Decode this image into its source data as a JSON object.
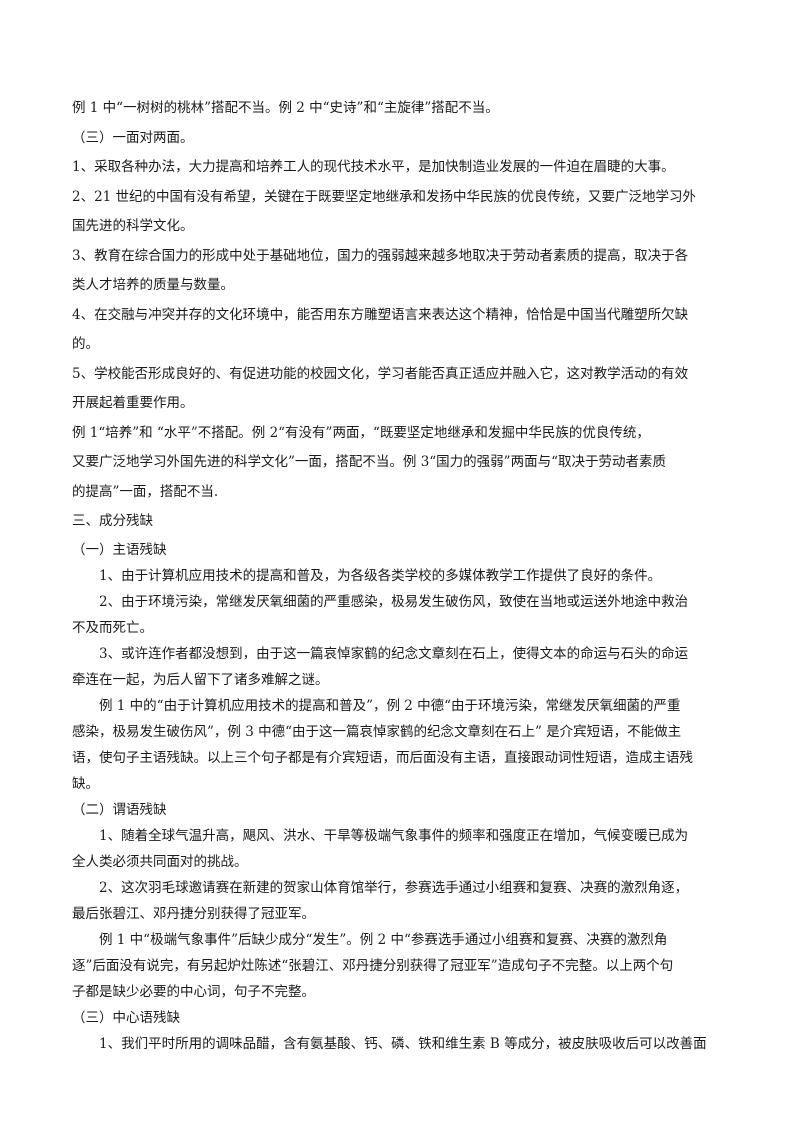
{
  "section_a": [
    "例 1 中“一树树的桃林”搭配不当。例 2 中“史诗”和“主旋律”搭配不当。",
    "（三）一面对两面。",
    "1、采取各种办法，大力提高和培养工人的现代技术水平，是加快制造业发展的一件迫在眉睫的大事。",
    "2、21 世纪的中国有没有希望，关键在于既要坚定地继承和发扬中华民族的优良传统，又要广泛地学习外",
    "国先进的科学文化。",
    "3、教育在综合国力的形成中处于基础地位，国力的强弱越来越多地取决于劳动者素质的提高，取决于各",
    "类人才培养的质量与数量。",
    "4、在交融与冲突并存的文化环境中，能否用东方雕塑语言来表达这个精神，恰恰是中国当代雕塑所欠缺",
    "的。",
    "5、学校能否形成良好的、有促进功能的校园文化，学习者能否真正适应并融入它，这对教学活动的有效",
    "开展起着重要作用。",
    "例 1“培养”和 “水平”不搭配。例 2“有没有”两面，“既要坚定地继承和发掘中华民族的优良传统，",
    "又要广泛地学习外国先进的科学文化”一面，搭配不当。例 3“国力的强弱”两面与“取决于劳动者素质",
    "的提高”一面，搭配不当.",
    "三、成分残缺"
  ],
  "section_b": [
    {
      "text": "（一）主语残缺",
      "indent": false
    },
    {
      "text": "1、由于计算机应用技术的提高和普及，为各级各类学校的多媒体教学工作提供了良好的条件。",
      "indent": true
    },
    {
      "text": "2、由于环境污染，常继发厌氧细菌的严重感染，极易发生破伤风，致使在当地或运送外地途中救治",
      "indent": true
    },
    {
      "text": "不及而死亡。",
      "indent": false
    },
    {
      "text": "3、或许连作者都没想到，由于这一篇哀悼家鹤的纪念文章刻在石上，使得文本的命运与石头的命运",
      "indent": true
    },
    {
      "text": "牵连在一起，为后人留下了诸多难解之谜。",
      "indent": false
    },
    {
      "text": "例 1 中的“由于计算机应用技术的提高和普及”，例 2 中德“由于环境污染，常继发厌氧细菌的严重",
      "indent": true
    },
    {
      "text": "感染，极易发生破伤风”，例 3 中德“由于这一篇哀悼家鹤的纪念文章刻在石上” 是介宾短语，不能做主",
      "indent": false
    },
    {
      "text": "语，使句子主语残缺。以上三个句子都是有介宾短语，而后面没有主语，直接跟动词性短语，造成主语残",
      "indent": false
    },
    {
      "text": "缺。",
      "indent": false
    },
    {
      "text": "（二）谓语残缺",
      "indent": false
    },
    {
      "text": "1、随着全球气温升高，飓风、洪水、干旱等极端气象事件的频率和强度正在增加，气候变暖已成为",
      "indent": true
    },
    {
      "text": "全人类必须共同面对的挑战。",
      "indent": false
    },
    {
      "text": "2、这次羽毛球邀请赛在新建的贺家山体育馆举行，参赛选手通过小组赛和复赛、决赛的激烈角逐，",
      "indent": true
    },
    {
      "text": "最后张碧江、邓丹捷分别获得了冠亚军。",
      "indent": false
    },
    {
      "text": "例 1 中“极端气象事件”后缺少成分“发生”。例 2 中“参赛选手通过小组赛和复赛、决赛的激烈角",
      "indent": true
    },
    {
      "text": "逐”后面没有说完，有另起炉灶陈述“张碧江、邓丹捷分别获得了冠亚军”造成句子不完整。以上两个句",
      "indent": false
    },
    {
      "text": "子都是缺少必要的中心词，句子不完整。",
      "indent": false
    },
    {
      "text": "（三）中心语残缺",
      "indent": false
    },
    {
      "text": "1、我们平时所用的调味品醋，含有氨基酸、钙、磷、铁和维生素 B 等成分，被皮肤吸收后可以改善面",
      "indent": true
    }
  ]
}
